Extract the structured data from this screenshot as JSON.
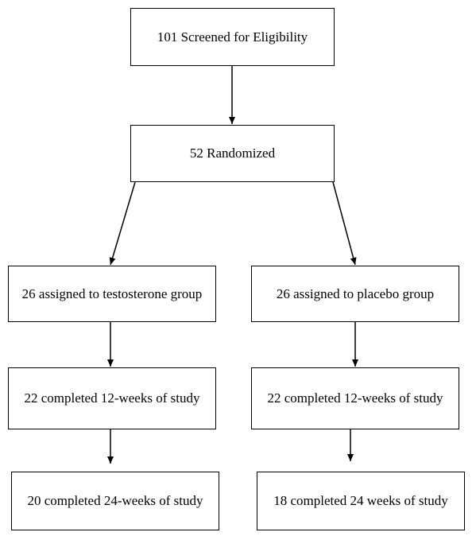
{
  "boxes": {
    "screened": "101 Screened for Eligibility",
    "randomized": "52 Randomized",
    "testosterone_assigned": "26 assigned to testosterone group",
    "placebo_assigned": "26 assigned to placebo group",
    "testosterone_12wk": "22 completed 12-weeks of study",
    "placebo_12wk": "22 completed 12-weeks of study",
    "testosterone_24wk": "20 completed 24-weeks of study",
    "placebo_24wk": "18 completed 24 weeks of study"
  }
}
